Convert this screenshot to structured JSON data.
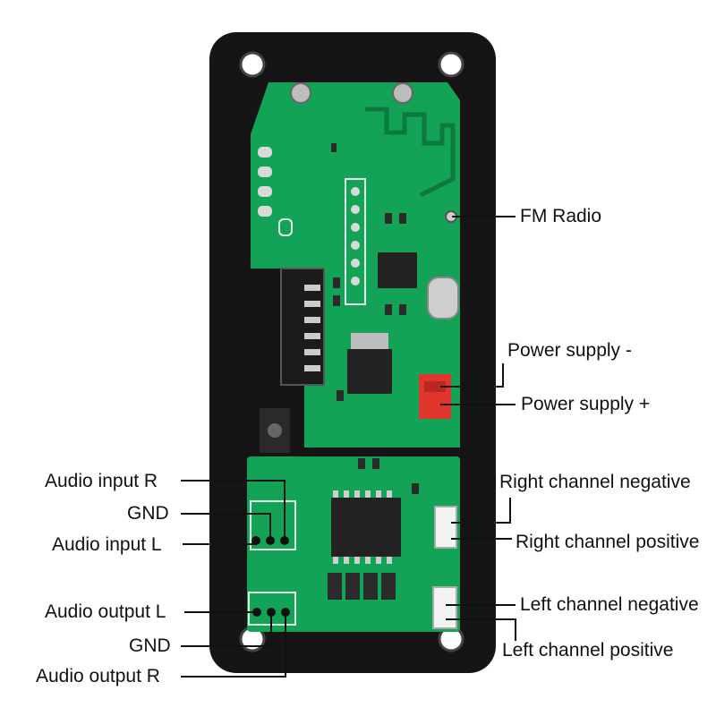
{
  "diagram": {
    "colors": {
      "frame": "#151515",
      "pcb": "#13a356",
      "pcb_dark": "#0c7a3e",
      "silkscreen": "#e8f5ec",
      "chip": "#222222",
      "connector_white": "#f2f2f2",
      "power_connector": "#e0352b",
      "leader_line": "#111111"
    },
    "labels": {
      "fm_radio": "FM Radio",
      "power_neg": "Power supply -",
      "power_pos": "Power supply +",
      "right_neg": "Right channel negative",
      "right_pos": "Right channel positive",
      "left_neg": "Left channel negative",
      "left_pos": "Left channel positive",
      "audio_in_r": "Audio input R",
      "gnd_in": "GND",
      "audio_in_l": "Audio input L",
      "audio_out_l": "Audio output L",
      "gnd_out": "GND",
      "audio_out_r": "Audio output R"
    }
  }
}
